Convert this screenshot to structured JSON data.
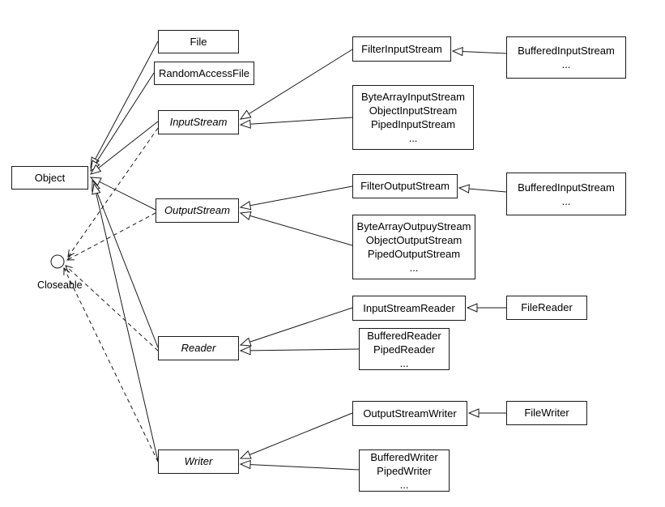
{
  "diagram": {
    "kind": "uml-class-hierarchy",
    "nodes": {
      "object": {
        "label": "Object"
      },
      "closeable": {
        "label": "Closeable"
      },
      "file": {
        "label": "File"
      },
      "random_access_file": {
        "label": "RandomAccessFile"
      },
      "input_stream": {
        "label": "InputStream",
        "abstract": true
      },
      "output_stream": {
        "label": "OutputStream",
        "abstract": true
      },
      "reader": {
        "label": "Reader",
        "abstract": true
      },
      "writer": {
        "label": "Writer",
        "abstract": true
      },
      "filter_input_stream": {
        "label": "FilterInputStream"
      },
      "buffered_input_stream_1": {
        "lines": [
          "BufferedInputStream",
          "..."
        ]
      },
      "byte_array_input_group": {
        "lines": [
          "ByteArrayInputStream",
          "ObjectInputStream",
          "PipedInputStream",
          "..."
        ]
      },
      "filter_output_stream": {
        "label": "FilterOutputStream"
      },
      "buffered_input_stream_2": {
        "lines": [
          "BufferedInputStream",
          "..."
        ]
      },
      "byte_array_output_group": {
        "lines": [
          "ByteArrayOutpuyStream",
          "ObjectOutputStream",
          "PipedOutputStream",
          "..."
        ]
      },
      "input_stream_reader": {
        "label": "InputStreamReader"
      },
      "file_reader": {
        "label": "FileReader"
      },
      "buffered_reader_group": {
        "lines": [
          "BufferedReader",
          "PipedReader",
          "..."
        ]
      },
      "output_stream_writer": {
        "label": "OutputStreamWriter"
      },
      "file_writer": {
        "label": "FileWriter"
      },
      "buffered_writer_group": {
        "lines": [
          "BufferedWriter",
          "PipedWriter",
          "..."
        ]
      }
    },
    "edges": [
      {
        "from": "File",
        "to": "Object",
        "type": "extends"
      },
      {
        "from": "RandomAccessFile",
        "to": "Object",
        "type": "extends"
      },
      {
        "from": "InputStream",
        "to": "Object",
        "type": "extends"
      },
      {
        "from": "OutputStream",
        "to": "Object",
        "type": "extends"
      },
      {
        "from": "Reader",
        "to": "Object",
        "type": "extends"
      },
      {
        "from": "Writer",
        "to": "Object",
        "type": "extends"
      },
      {
        "from": "InputStream",
        "to": "Closeable",
        "type": "implements"
      },
      {
        "from": "OutputStream",
        "to": "Closeable",
        "type": "implements"
      },
      {
        "from": "Reader",
        "to": "Closeable",
        "type": "implements"
      },
      {
        "from": "Writer",
        "to": "Closeable",
        "type": "implements"
      },
      {
        "from": "FilterInputStream",
        "to": "InputStream",
        "type": "extends"
      },
      {
        "from": "ByteArrayInputStream/ObjectInputStream/PipedInputStream/...",
        "to": "InputStream",
        "type": "extends"
      },
      {
        "from": "BufferedInputStream",
        "to": "FilterInputStream",
        "type": "extends"
      },
      {
        "from": "FilterOutputStream",
        "to": "OutputStream",
        "type": "extends"
      },
      {
        "from": "ByteArrayOutpuyStream/ObjectOutputStream/PipedOutputStream/...",
        "to": "OutputStream",
        "type": "extends"
      },
      {
        "from": "BufferedInputStream",
        "to": "FilterOutputStream",
        "type": "extends"
      },
      {
        "from": "InputStreamReader",
        "to": "Reader",
        "type": "extends"
      },
      {
        "from": "BufferedReader/PipedReader/...",
        "to": "Reader",
        "type": "extends"
      },
      {
        "from": "FileReader",
        "to": "InputStreamReader",
        "type": "extends"
      },
      {
        "from": "OutputStreamWriter",
        "to": "Writer",
        "type": "extends"
      },
      {
        "from": "BufferedWriter/PipedWriter/...",
        "to": "Writer",
        "type": "extends"
      },
      {
        "from": "FileWriter",
        "to": "OutputStreamWriter",
        "type": "extends"
      }
    ]
  }
}
